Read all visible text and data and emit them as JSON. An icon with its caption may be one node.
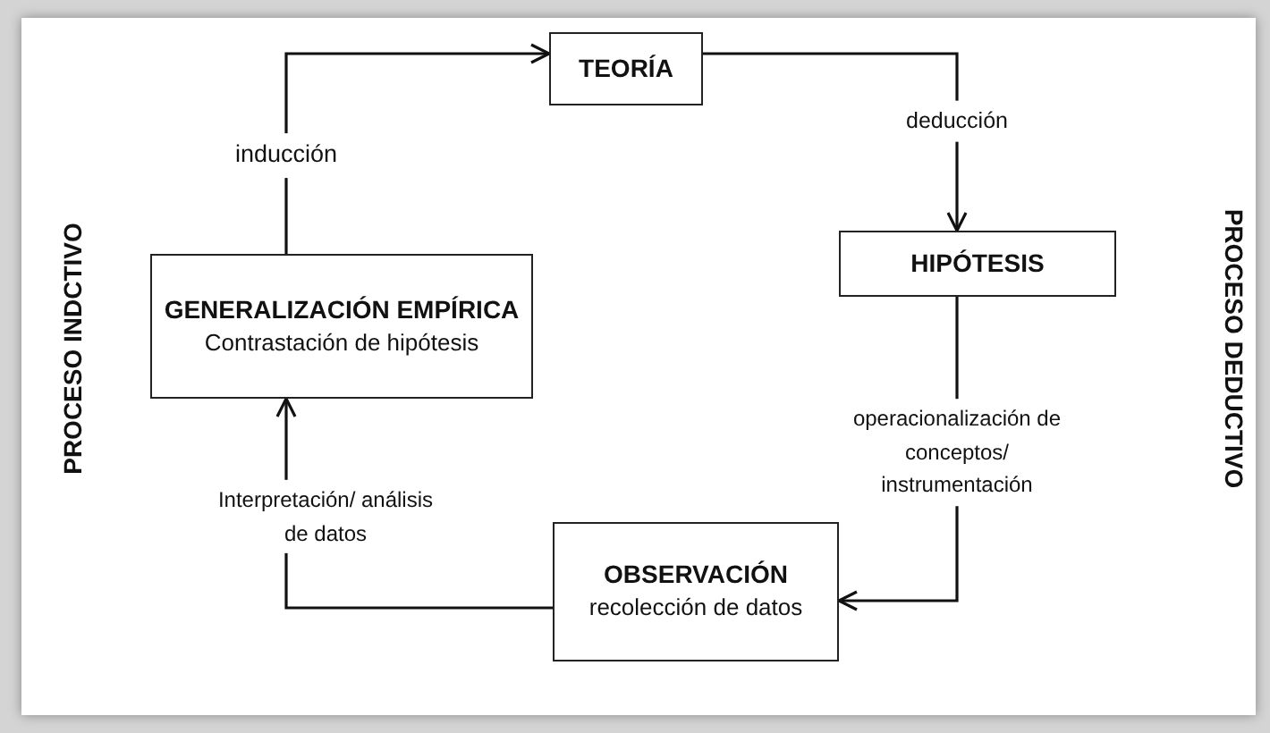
{
  "diagram": {
    "nodes": [
      {
        "text": [
          "TEORÍA"
        ]
      },
      {
        "text": [
          "HIPÓTESIS"
        ]
      },
      {
        "text": [
          "OBSERVACIÓN",
          "recolección de datos"
        ]
      },
      {
        "text": [
          "GENERALIZACIÓN EMPÍRICA",
          "Contrastación de hipótesis"
        ]
      }
    ],
    "edges": [
      {
        "from": 0,
        "to": 1,
        "arrow": "to",
        "label": "deducción"
      },
      {
        "from": 1,
        "to": 2,
        "arrow": "to",
        "label": "operacionalización de conceptos/ instrumentación"
      },
      {
        "from": 2,
        "to": 3,
        "arrow": "to",
        "label": "Interpretación/ análisis de datos"
      },
      {
        "from": 3,
        "to": 0,
        "arrow": "to",
        "label": "inducción"
      }
    ],
    "labels": [
      "PROCESO INDCTIVO",
      "PROCESO DEDUCTIVO"
    ]
  }
}
